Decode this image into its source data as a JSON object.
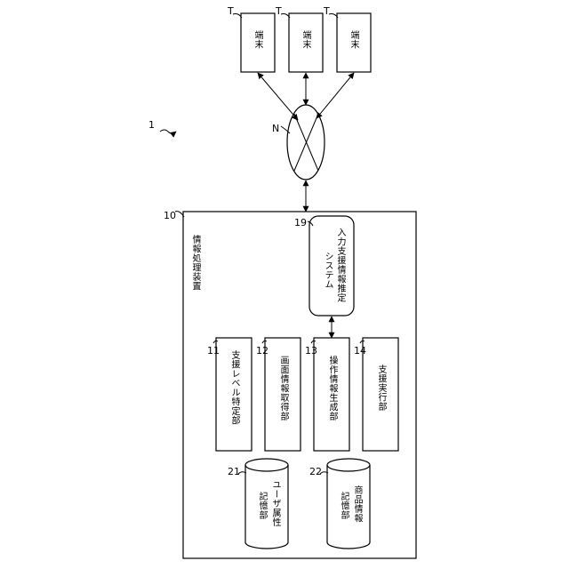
{
  "figure": {
    "system_ref": "1",
    "network_ref": "N",
    "terminals": [
      {
        "ref": "T",
        "label": "端末"
      },
      {
        "ref": "T",
        "label": "端末"
      },
      {
        "ref": "T",
        "label": "端末"
      }
    ],
    "device": {
      "ref": "10",
      "title": "情報処理装置",
      "modules": [
        {
          "ref": "11",
          "label": "支援レベル特定部"
        },
        {
          "ref": "12",
          "label": "画面情報取得部"
        },
        {
          "ref": "13",
          "label": "操作情報生成部"
        },
        {
          "ref": "14",
          "label": "支援実行部"
        }
      ],
      "storages": [
        {
          "ref": "21",
          "line1": "ユーザ属性",
          "line2": "記憶部"
        },
        {
          "ref": "22",
          "line1": "商品情報",
          "line2": "記憶部"
        }
      ],
      "estimator": {
        "ref": "19",
        "line1": "入力支援情報推定",
        "line2": "システム"
      }
    }
  }
}
